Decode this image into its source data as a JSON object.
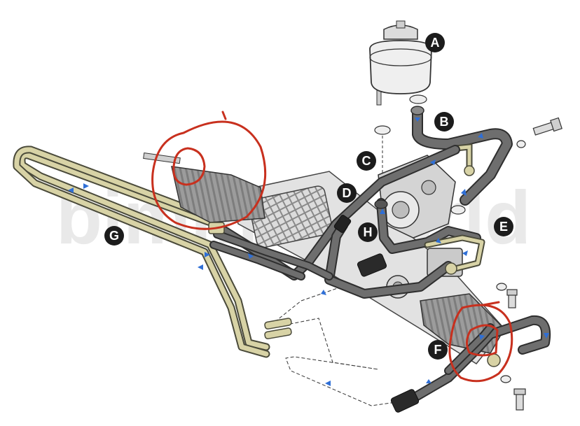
{
  "watermark": "bimmerworld",
  "labels": {
    "A": "A",
    "B": "B",
    "C": "C",
    "D": "D",
    "E": "E",
    "F": "F",
    "G": "G",
    "H": "H"
  },
  "colors": {
    "hose": "#6e6e6e",
    "hose_edge": "#2e2e2e",
    "line": "#d8d3a6",
    "line_edge": "#4a4a3a",
    "arrow": "#2f6fd6",
    "markup": "#c8301e",
    "badge": "#1c1c1c"
  }
}
